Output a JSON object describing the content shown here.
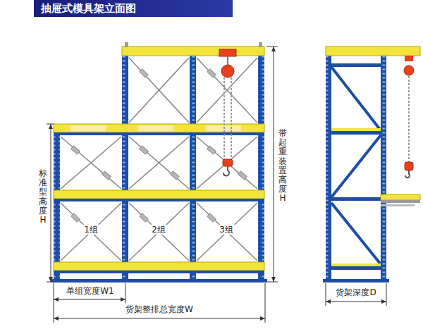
{
  "diagram": {
    "title": "抽屉式模具架立面图",
    "labels": [
      "1组",
      "2组",
      "3组",
      "标准型高度H",
      "带起重装置高度H",
      "单组宽度W1",
      "货架整排总宽度W",
      "货架深度D"
    ]
  }
}
